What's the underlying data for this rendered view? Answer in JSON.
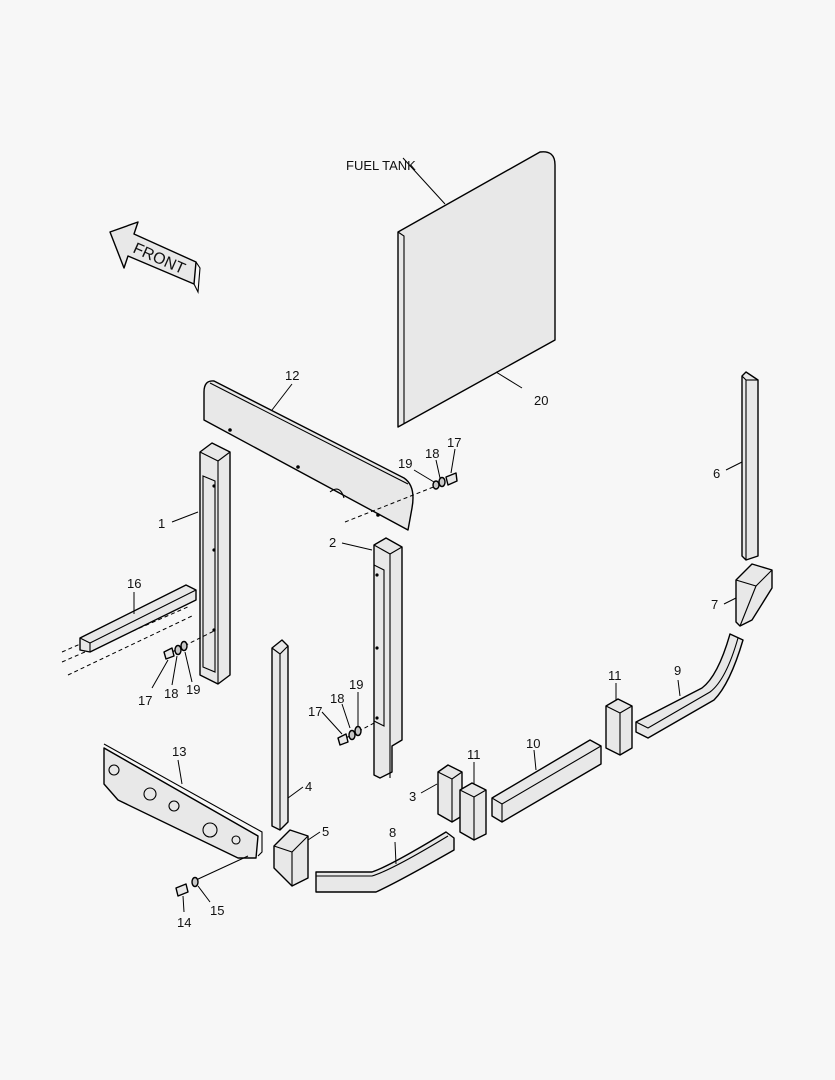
{
  "labels": {
    "fuel_tank": "FUEL TANK",
    "front": "FRONT",
    "p1": "1",
    "p2": "2",
    "p3": "3",
    "p4": "4",
    "p5": "5",
    "p6": "6",
    "p7": "7",
    "p8": "8",
    "p9": "9",
    "p10": "10",
    "p11a": "11",
    "p11b": "11",
    "p12": "12",
    "p13": "13",
    "p14": "14",
    "p15": "15",
    "p16": "16",
    "p17a": "17",
    "p17b": "17",
    "p17c": "17",
    "p18a": "18",
    "p18b": "18",
    "p18c": "18",
    "p19a": "19",
    "p19b": "19",
    "p19c": "19",
    "p20": "20"
  }
}
